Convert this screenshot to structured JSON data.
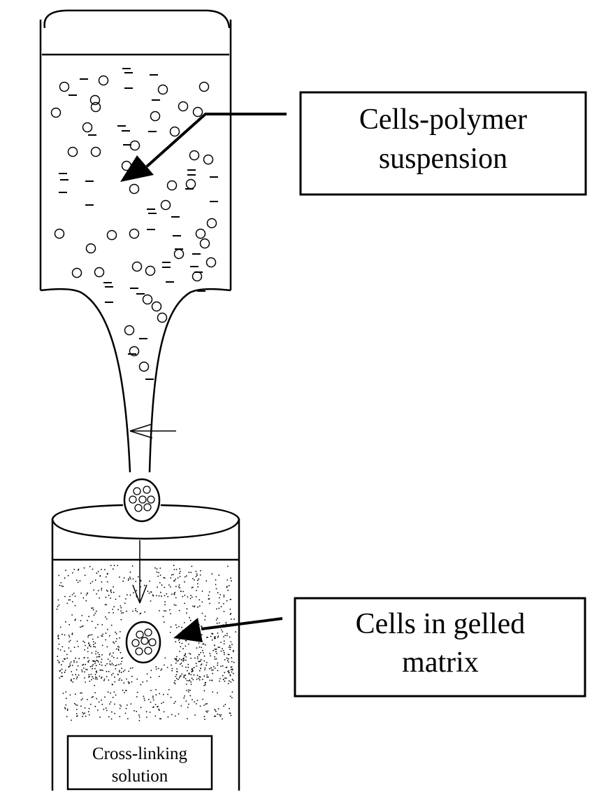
{
  "labels": {
    "suspension_line1": "Cells-polymer",
    "suspension_line2": "suspension",
    "gelled_line1": "Cells in gelled",
    "gelled_line2": "matrix",
    "crosslink_line1": "Cross-linking",
    "crosslink_line2": "solution"
  },
  "colors": {
    "ink": "#000000",
    "background": "#ffffff"
  }
}
